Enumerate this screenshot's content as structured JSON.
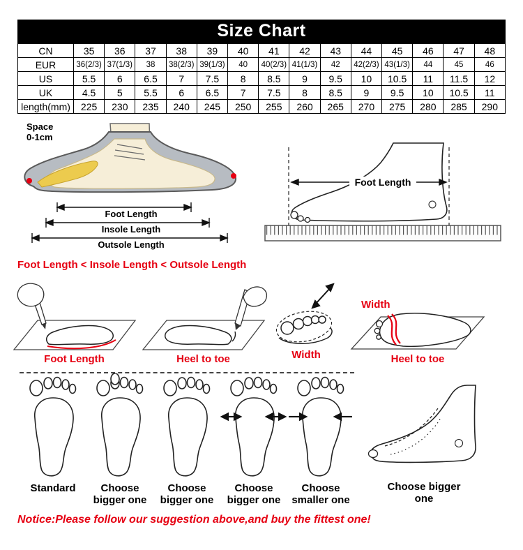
{
  "colors": {
    "accent_red": "#e60012",
    "title_bg": "#000000"
  },
  "title": "Size Chart",
  "size_table": {
    "rows": [
      {
        "label": "CN",
        "values": [
          "35",
          "36",
          "37",
          "38",
          "39",
          "40",
          "41",
          "42",
          "43",
          "44",
          "45",
          "46",
          "47",
          "48"
        ]
      },
      {
        "label": "EUR",
        "values": [
          "36(2/3)",
          "37(1/3)",
          "38",
          "38(2/3)",
          "39(1/3)",
          "40",
          "40(2/3)",
          "41(1/3)",
          "42",
          "42(2/3)",
          "43(1/3)",
          "44",
          "45",
          "46"
        ]
      },
      {
        "label": "US",
        "values": [
          "5.5",
          "6",
          "6.5",
          "7",
          "7.5",
          "8",
          "8.5",
          "9",
          "9.5",
          "10",
          "10.5",
          "11",
          "11.5",
          "12"
        ]
      },
      {
        "label": "UK",
        "values": [
          "4.5",
          "5",
          "5.5",
          "6",
          "6.5",
          "7",
          "7.5",
          "8",
          "8.5",
          "9",
          "9.5",
          "10",
          "10.5",
          "11"
        ]
      },
      {
        "label": "length(mm)",
        "values": [
          "225",
          "230",
          "235",
          "240",
          "245",
          "250",
          "255",
          "260",
          "265",
          "270",
          "275",
          "280",
          "285",
          "290"
        ]
      }
    ]
  },
  "shoe_diagram": {
    "space_line1": "Space",
    "space_line2": "0-1cm",
    "foot_length": "Foot Length",
    "insole_length": "Insole Length",
    "outsole_length": "Outsole Length"
  },
  "ruler_diagram": {
    "foot_length": "Foot Length"
  },
  "rule_text": "Foot Length < Insole Length < Outsole Length",
  "steps": {
    "foot_length": "Foot Length",
    "heel_to_toe": "Heel to toe",
    "width": "Width",
    "width2": "Width",
    "heel_to_toe2": "Heel to toe"
  },
  "fit_options": [
    {
      "label": "Standard"
    },
    {
      "label": "Choose bigger one"
    },
    {
      "label": "Choose bigger one"
    },
    {
      "label": "Choose bigger one"
    },
    {
      "label": "Choose smaller one"
    },
    {
      "label": "Choose bigger one"
    }
  ],
  "notice": "Notice:Please follow our suggestion above,and buy the fittest one!"
}
